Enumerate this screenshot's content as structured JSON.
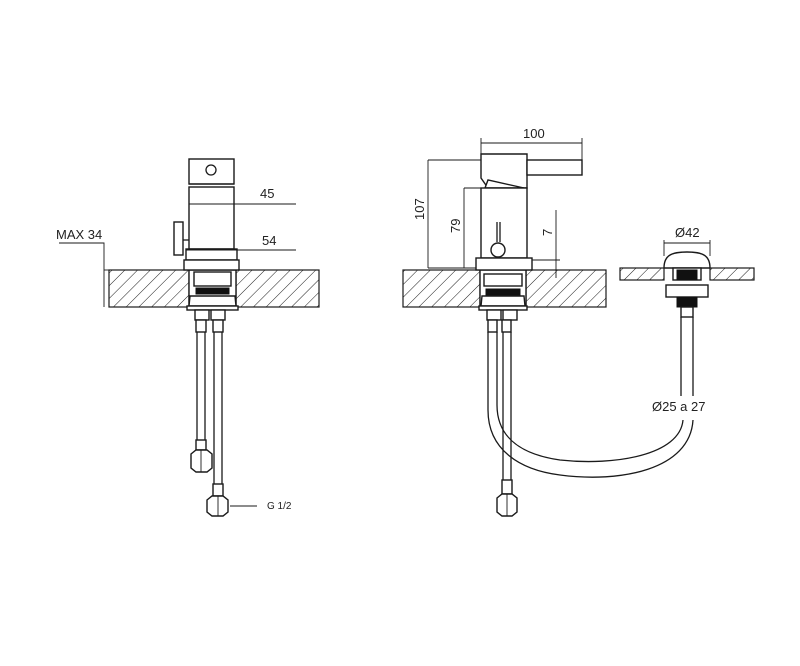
{
  "diagram": {
    "type": "technical-drawing",
    "subject": "single-lever bidet/basin mixer with pop-up waste",
    "colors": {
      "line": "#1a1a1a",
      "background": "#ffffff"
    },
    "front_view": {
      "dims": {
        "max_thickness": "MAX 34",
        "body_diameter": "45",
        "base_diameter": "54",
        "connection": "G 1/2"
      }
    },
    "side_view": {
      "dims": {
        "lever_length": "100",
        "total_height": "107",
        "body_height": "79",
        "base_height": "7"
      }
    },
    "waste_view": {
      "dims": {
        "cap_diameter": "Ø42",
        "hole_diameter": "Ø25 a 27"
      }
    }
  }
}
